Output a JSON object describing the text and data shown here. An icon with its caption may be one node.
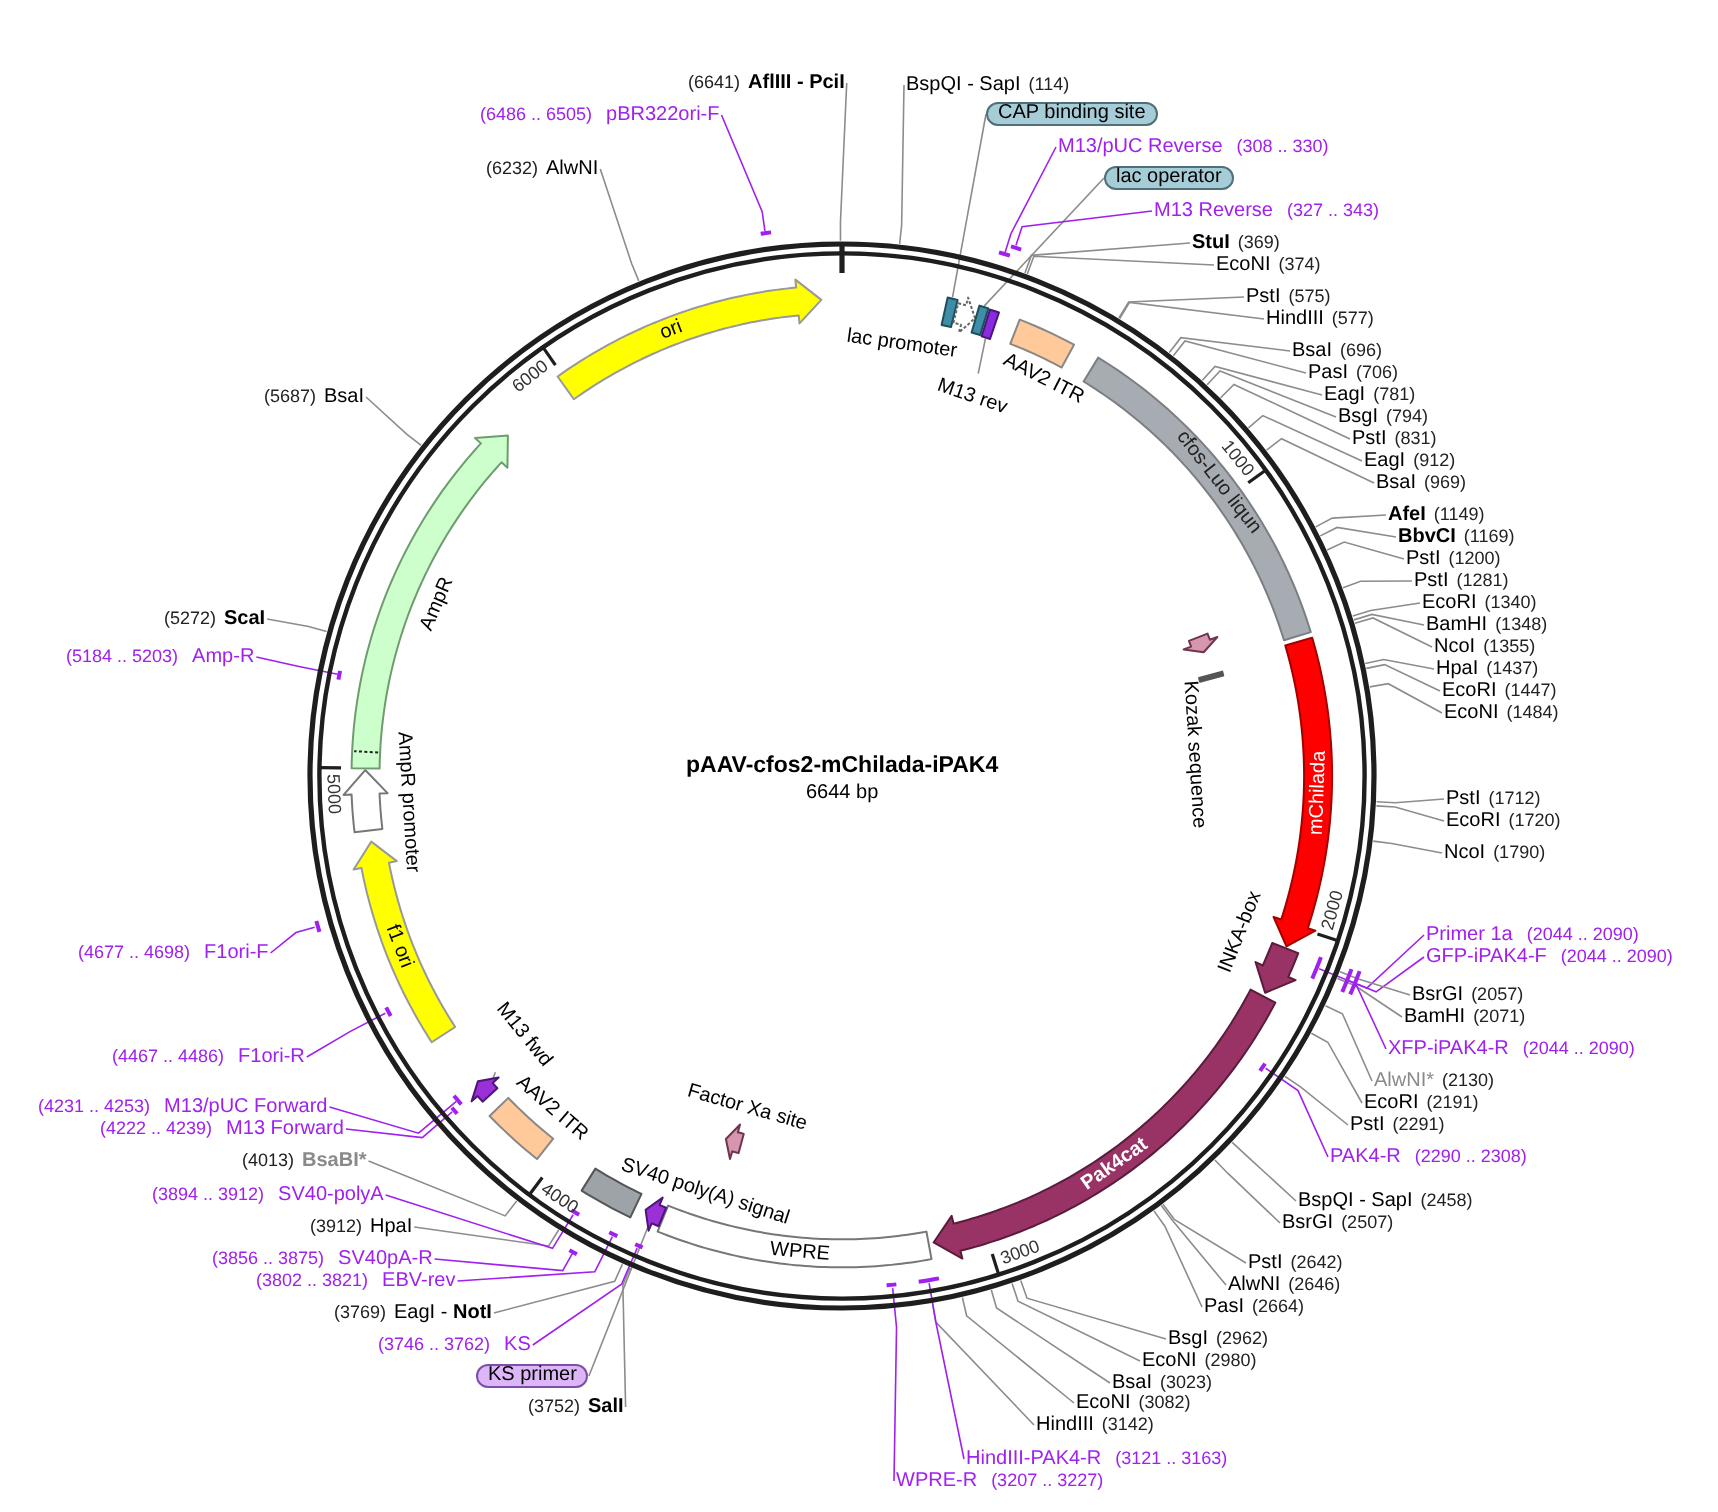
{
  "diagram": {
    "nodes": [
      {
        "text": [
          "pAAV-cfos2-mChilada-iPAK4",
          "6644 bp"
        ]
      },
      {
        "text": [],
        "shape": "box",
        "in": 0
      },
      {
        "text": [
          "lac promoter"
        ],
        "in": 0
      },
      {
        "text": [],
        "shape": "box",
        "in": 0
      },
      {
        "text": [],
        "shape": "box",
        "in": 0
      },
      {
        "text": [
          "M13 rev"
        ],
        "in": 0
      },
      {
        "text": [
          "AAV2 ITR"
        ],
        "in": 0
      },
      {
        "text": [
          "cfos-Luo liqun"
        ],
        "in": 0
      },
      {
        "text": [],
        "shape": "arrow",
        "in": 0
      },
      {
        "text": [
          "Kozak sequence"
        ],
        "in": 0
      },
      {
        "text": [
          "mChilada"
        ],
        "in": 0
      },
      {
        "text": [
          "INKA-box"
        ],
        "in": 0
      },
      {
        "text": [
          "Pak4cat"
        ],
        "in": 0
      },
      {
        "text": [
          "WPRE"
        ],
        "in": 0
      },
      {
        "text": [
          "Factor Xa site"
        ],
        "in": 0
      },
      {
        "text": [],
        "shape": "arrow",
        "in": 0
      },
      {
        "text": [
          "SV40 poly(A) signal"
        ],
        "in": 0
      },
      {
        "text": [
          "AAV2 ITR"
        ],
        "in": 0
      },
      {
        "text": [],
        "shape": "arrow",
        "in": 0
      },
      {
        "text": [
          "M13 fwd"
        ],
        "in": 0
      },
      {
        "text": [
          "f1 ori"
        ],
        "in": 0
      },
      {
        "text": [
          "AmpR promoter"
        ],
        "in": 0
      },
      {
        "text": [
          "AmpR"
        ],
        "in": 0
      },
      {
        "text": [
          "ori"
        ],
        "in": 0
      },
      {
        "text": [
          "BspQI - SapI",
          "(114)"
        ]
      },
      {
        "text": [
          "CAP binding site"
        ]
      },
      {
        "text": [
          "M13/pUC Reverse",
          "(308 .. 330)"
        ]
      },
      {
        "text": [],
        "shape": "bar"
      },
      {
        "text": [
          "lac operator"
        ]
      },
      {
        "text": [
          "M13 Reverse",
          "(327 .. 343)"
        ]
      },
      {
        "text": [],
        "shape": "bar"
      },
      {
        "text": [
          "StuI",
          "(369)"
        ]
      },
      {
        "text": [
          "EcoNI",
          "(374)"
        ]
      },
      {
        "text": [
          "PstI",
          "(575)"
        ]
      },
      {
        "text": [
          "HindIII",
          "(577)"
        ]
      },
      {
        "text": [
          "BsaI",
          "(696)"
        ]
      },
      {
        "text": [
          "PasI",
          "(706)"
        ]
      },
      {
        "text": [
          "EagI",
          "(781)"
        ]
      },
      {
        "text": [
          "BsgI",
          "(794)"
        ]
      },
      {
        "text": [
          "PstI",
          "(831)"
        ]
      },
      {
        "text": [
          "EagI",
          "(912)"
        ]
      },
      {
        "text": [
          "BsaI",
          "(969)"
        ]
      },
      {
        "text": [
          "AfeI",
          "(1149)"
        ]
      },
      {
        "text": [
          "BbvCI",
          "(1169)"
        ]
      },
      {
        "text": [
          "PstI",
          "(1200)"
        ]
      },
      {
        "text": [
          "PstI",
          "(1281)"
        ]
      },
      {
        "text": [
          "EcoRI",
          "(1340)"
        ]
      },
      {
        "text": [
          "BamHI",
          "(1348)"
        ]
      },
      {
        "text": [
          "NcoI",
          "(1355)"
        ]
      },
      {
        "text": [
          "HpaI",
          "(1437)"
        ]
      },
      {
        "text": [
          "EcoRI",
          "(1447)"
        ]
      },
      {
        "text": [
          "EcoNI",
          "(1484)"
        ]
      },
      {
        "text": [
          "PstI",
          "(1712)"
        ]
      },
      {
        "text": [
          "EcoRI",
          "(1720)"
        ]
      },
      {
        "text": [
          "NcoI",
          "(1790)"
        ]
      },
      {
        "text": [
          "Primer 1a",
          "(2044 .. 2090)"
        ]
      },
      {
        "text": [],
        "shape": "bar"
      },
      {
        "text": [
          "GFP-iPAK4-F",
          "(2044 .. 2090)"
        ]
      },
      {
        "text": [],
        "shape": "bar"
      },
      {
        "text": [
          "BsrGI",
          "(2057)"
        ]
      },
      {
        "text": [
          "BamHI",
          "(2071)"
        ]
      },
      {
        "text": [
          "XFP-iPAK4-R",
          "(2044 .. 2090)"
        ]
      },
      {
        "text": [],
        "shape": "bar",
        "in": 0
      },
      {
        "text": [
          "AlwNI*",
          "(2130)"
        ]
      },
      {
        "text": [
          "EcoRI",
          "(2191)"
        ]
      },
      {
        "text": [
          "PstI",
          "(2291)"
        ]
      },
      {
        "text": [
          "PAK4-R",
          "(2290 .. 2308)"
        ]
      },
      {
        "text": [],
        "shape": "bar",
        "in": 0
      },
      {
        "text": [
          "BspQI - SapI",
          "(2458)"
        ]
      },
      {
        "text": [
          "BsrGI",
          "(2507)"
        ]
      },
      {
        "text": [
          "PstI",
          "(2642)"
        ]
      },
      {
        "text": [
          "AlwNI",
          "(2646)"
        ]
      },
      {
        "text": [
          "PasI",
          "(2664)"
        ]
      },
      {
        "text": [
          "BsgI",
          "(2962)"
        ]
      },
      {
        "text": [
          "EcoNI",
          "(2980)"
        ]
      },
      {
        "text": [
          "BsaI",
          "(3023)"
        ]
      },
      {
        "text": [
          "EcoNI",
          "(3082)"
        ]
      },
      {
        "text": [
          "HindIII",
          "(3142)"
        ]
      },
      {
        "text": [
          "HindIII-PAK4-R",
          "(3121 .. 3163)"
        ]
      },
      {
        "text": [],
        "shape": "bar",
        "in": 0
      },
      {
        "text": [
          "WPRE-R",
          "(3207 .. 3227)"
        ]
      },
      {
        "text": [],
        "shape": "bar",
        "in": 0
      },
      {
        "text": [
          "(3752)",
          "SalI"
        ]
      },
      {
        "text": [
          "KS primer"
        ]
      },
      {
        "text": [
          "(3746 .. 3762)",
          "KS"
        ]
      },
      {
        "text": [],
        "shape": "bar",
        "in": 0
      },
      {
        "text": [
          "(3769)",
          "EagI - **NotI**"
        ]
      },
      {
        "text": [
          "(3802 .. 3821)",
          "EBV-rev"
        ]
      },
      {
        "text": [],
        "shape": "bar",
        "in": 0
      },
      {
        "text": [
          "(3856 .. 3875)",
          "SV40pA-R"
        ]
      },
      {
        "text": [],
        "shape": "bar"
      },
      {
        "text": [
          "(3912)",
          "HpaI"
        ]
      },
      {
        "text": [
          "(3894 .. 3912)",
          "SV40-polyA"
        ]
      },
      {
        "text": [],
        "shape": "bar",
        "in": 0
      },
      {
        "text": [
          "(4013)",
          "BsaBI*"
        ]
      },
      {
        "text": [
          "(4222 .. 4239)",
          "M13 Forward"
        ]
      },
      {
        "text": [],
        "shape": "bar",
        "in": 0
      },
      {
        "text": [
          "(4231 .. 4253)",
          "M13/pUC Forward"
        ]
      },
      {
        "text": [],
        "shape": "bar",
        "in": 0
      },
      {
        "text": [
          "(4467 .. 4486)",
          "F1ori-R"
        ]
      },
      {
        "text": [],
        "shape": "bar",
        "in": 0
      },
      {
        "text": [
          "(4677 .. 4698)",
          "F1ori-F"
        ]
      },
      {
        "text": [],
        "shape": "bar"
      },
      {
        "text": [
          "(5184 .. 5203)",
          "Amp-R"
        ]
      },
      {
        "text": [],
        "shape": "bar",
        "in": 0
      },
      {
        "text": [
          "(5272)",
          "ScaI"
        ]
      },
      {
        "text": [
          "(5687)",
          "BsaI"
        ]
      },
      {
        "text": [
          "(6232)",
          "AlwNI"
        ]
      },
      {
        "text": [
          "(6486 .. 6505)",
          "pBR322ori-F"
        ]
      },
      {
        "text": [],
        "shape": "bar"
      },
      {
        "text": [
          "(6641)",
          "AflIII - PciI"
        ]
      }
    ],
    "edges": [
      {
        "from": 5,
        "to": 4,
        "arrow": "none"
      },
      {
        "from": 19,
        "to": 18,
        "arrow": "none"
      },
      {
        "from": 24,
        "to": 0,
        "arrow": "none"
      },
      {
        "from": 25,
        "to": 1,
        "arrow": "none"
      },
      {
        "from": 26,
        "to": 27,
        "arrow": "none",
        "color": "#a020f0"
      },
      {
        "from": 28,
        "to": 3,
        "arrow": "none"
      },
      {
        "from": 29,
        "to": 30,
        "arrow": "none",
        "color": "#a020f0"
      },
      {
        "from": 31,
        "to": 0,
        "arrow": "none"
      },
      {
        "from": 32,
        "to": 0,
        "arrow": "none"
      },
      {
        "from": 33,
        "to": 0,
        "arrow": "none"
      },
      {
        "from": 34,
        "to": 0,
        "arrow": "none"
      },
      {
        "from": 35,
        "to": 0,
        "arrow": "none"
      },
      {
        "from": 36,
        "to": 0,
        "arrow": "none"
      },
      {
        "from": 37,
        "to": 0,
        "arrow": "none"
      },
      {
        "from": 38,
        "to": 0,
        "arrow": "none"
      },
      {
        "from": 39,
        "to": 0,
        "arrow": "none"
      },
      {
        "from": 40,
        "to": 0,
        "arrow": "none"
      },
      {
        "from": 41,
        "to": 0,
        "arrow": "none"
      },
      {
        "from": 42,
        "to": 0,
        "arrow": "none"
      },
      {
        "from": 43,
        "to": 0,
        "arrow": "none"
      },
      {
        "from": 44,
        "to": 0,
        "arrow": "none"
      },
      {
        "from": 45,
        "to": 0,
        "arrow": "none"
      },
      {
        "from": 46,
        "to": 0,
        "arrow": "none"
      },
      {
        "from": 47,
        "to": 0,
        "arrow": "none"
      },
      {
        "from": 48,
        "to": 0,
        "arrow": "none"
      },
      {
        "from": 49,
        "to": 0,
        "arrow": "none"
      },
      {
        "from": 50,
        "to": 0,
        "arrow": "none"
      },
      {
        "from": 51,
        "to": 0,
        "arrow": "none"
      },
      {
        "from": 52,
        "to": 0,
        "arrow": "none"
      },
      {
        "from": 53,
        "to": 0,
        "arrow": "none"
      },
      {
        "from": 54,
        "to": 0,
        "arrow": "none"
      },
      {
        "from": 55,
        "to": 56,
        "arrow": "none",
        "color": "#a020f0"
      },
      {
        "from": 57,
        "to": 58,
        "arrow": "none",
        "color": "#a020f0"
      },
      {
        "from": 59,
        "to": 0,
        "arrow": "none"
      },
      {
        "from": 60,
        "to": 0,
        "arrow": "none"
      },
      {
        "from": 61,
        "to": 62,
        "arrow": "none",
        "color": "#a020f0"
      },
      {
        "from": 63,
        "to": 0,
        "arrow": "none"
      },
      {
        "from": 64,
        "to": 0,
        "arrow": "none"
      },
      {
        "from": 65,
        "to": 0,
        "arrow": "none"
      },
      {
        "from": 66,
        "to": 67,
        "arrow": "none",
        "color": "#a020f0"
      },
      {
        "from": 68,
        "to": 0,
        "arrow": "none"
      },
      {
        "from": 69,
        "to": 0,
        "arrow": "none"
      },
      {
        "from": 70,
        "to": 0,
        "arrow": "none"
      },
      {
        "from": 71,
        "to": 0,
        "arrow": "none"
      },
      {
        "from": 72,
        "to": 0,
        "arrow": "none"
      },
      {
        "from": 73,
        "to": 0,
        "arrow": "none"
      },
      {
        "from": 74,
        "to": 0,
        "arrow": "none"
      },
      {
        "from": 75,
        "to": 0,
        "arrow": "none"
      },
      {
        "from": 76,
        "to": 0,
        "arrow": "none"
      },
      {
        "from": 77,
        "to": 0,
        "arrow": "none"
      },
      {
        "from": 78,
        "to": 79,
        "arrow": "none",
        "color": "#a020f0"
      },
      {
        "from": 80,
        "to": 81,
        "arrow": "none",
        "color": "#a020f0"
      },
      {
        "from": 82,
        "to": 0,
        "arrow": "none"
      },
      {
        "from": 83,
        "to": 15,
        "arrow": "none"
      },
      {
        "from": 84,
        "to": 85,
        "arrow": "none",
        "color": "#a020f0"
      },
      {
        "from": 86,
        "to": 0,
        "arrow": "none"
      },
      {
        "from": 87,
        "to": 88,
        "arrow": "none",
        "color": "#a020f0"
      },
      {
        "from": 89,
        "to": 90,
        "arrow": "none",
        "color": "#a020f0"
      },
      {
        "from": 91,
        "to": 0,
        "arrow": "none"
      },
      {
        "from": 92,
        "to": 93,
        "arrow": "none",
        "color": "#a020f0"
      },
      {
        "from": 94,
        "to": 0,
        "arrow": "none"
      },
      {
        "from": 95,
        "to": 96,
        "arrow": "none",
        "color": "#a020f0"
      },
      {
        "from": 97,
        "to": 98,
        "arrow": "none",
        "color": "#a020f0"
      },
      {
        "from": 99,
        "to": 100,
        "arrow": "none",
        "color": "#a020f0"
      },
      {
        "from": 101,
        "to": 102,
        "arrow": "none",
        "color": "#a020f0"
      },
      {
        "from": 103,
        "to": 104,
        "arrow": "none",
        "color": "#a020f0"
      },
      {
        "from": 105,
        "to": 0,
        "arrow": "none"
      },
      {
        "from": 106,
        "to": 0,
        "arrow": "none"
      },
      {
        "from": 107,
        "to": 0,
        "arrow": "none"
      },
      {
        "from": 108,
        "to": 109,
        "arrow": "none",
        "color": "#a020f0"
      },
      {
        "from": 110,
        "to": 0,
        "arrow": "none"
      }
    ],
    "labels": [
      "1000",
      "2000",
      "3000",
      "4000",
      "5000",
      "6000"
    ]
  }
}
